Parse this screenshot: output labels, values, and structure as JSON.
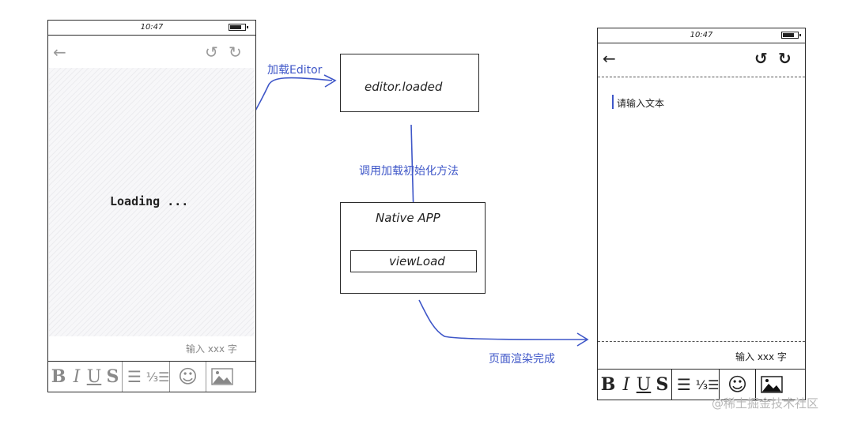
{
  "left_phone": {
    "time": "10:47",
    "back_icon": "back-arrow-icon",
    "undo_icon": "undo-icon",
    "redo_icon": "redo-icon",
    "loading_text": "Loading ...",
    "counter": "输入 xxx 字",
    "toolbar": {
      "bold": "B",
      "italic": "I",
      "underline": "U",
      "strike": "S",
      "list_icon": "list-icon",
      "ordered_list_icon": "ordered-list-icon",
      "emoji_icon": "emoji-icon",
      "image_icon": "image-icon"
    }
  },
  "flow": {
    "load_editor_label": "加载Editor",
    "editor_loaded": "editor.loaded",
    "call_init_label": "调用加载初始化方法",
    "native_app_title": "Native APP",
    "view_load": "viewLoad",
    "render_done_label": "页面渲染完成",
    "arrow_color": "#3f57c8"
  },
  "right_phone": {
    "time": "10:47",
    "back_icon": "back-arrow-icon",
    "undo_icon": "undo-icon",
    "redo_icon": "redo-icon",
    "placeholder": "请输入文本",
    "counter": "输入 xxx 字",
    "toolbar": {
      "bold": "B",
      "italic": "I",
      "underline": "U",
      "strike": "S",
      "list_icon": "list-icon",
      "ordered_list_icon": "ordered-list-icon",
      "emoji_icon": "emoji-icon",
      "image_icon": "image-icon"
    }
  },
  "watermark": "@稀土掘金技术社区"
}
